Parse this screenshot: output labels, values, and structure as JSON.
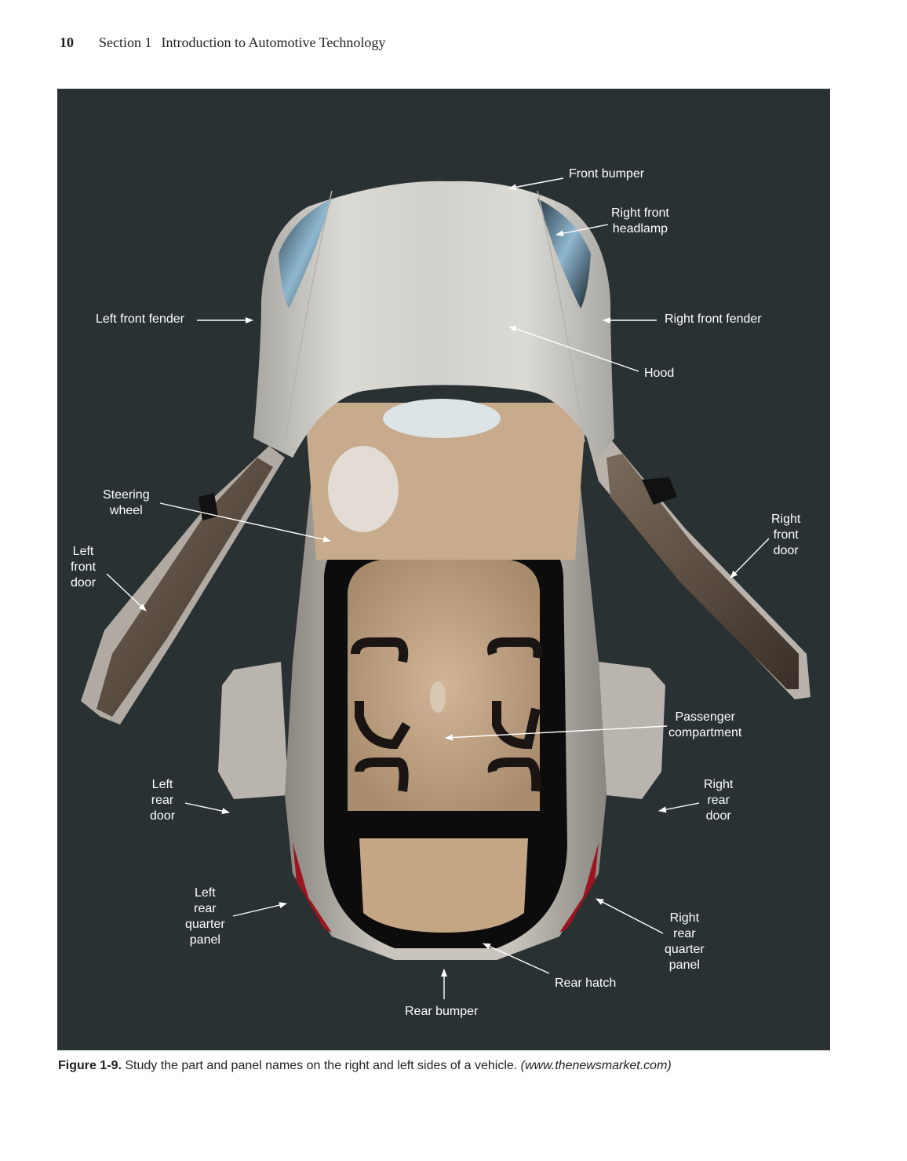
{
  "header": {
    "page_number": "10",
    "section": "Section 1",
    "chapter_title": "Introduction to Automotive Technology"
  },
  "figure": {
    "description": "Top view of a concept vehicle with all doors open, labeled part and panel names",
    "colors": {
      "background": "#2a3133",
      "body_paint": "#d4d2cc",
      "interior": "#c4a584",
      "glass": "#0c0c0c",
      "tail_light": "#9c1420",
      "label": "#ffffff"
    },
    "labels": {
      "front_bumper": "Front bumper",
      "right_front_headlamp": "Right front\nheadlamp",
      "left_front_fender": "Left front fender",
      "right_front_fender": "Right front fender",
      "hood": "Hood",
      "steering_wheel": "Steering\nwheel",
      "left_front_door": "Left\nfront\ndoor",
      "right_front_door": "Right\nfront\ndoor",
      "passenger_compartment": "Passenger\ncompartment",
      "left_rear_door": "Left\nrear\ndoor",
      "right_rear_door": "Right\nrear\ndoor",
      "left_rear_quarter_panel": "Left\nrear\nquarter\npanel",
      "right_rear_quarter_panel": "Right\nrear\nquarter\npanel",
      "rear_hatch": "Rear hatch",
      "rear_bumper": "Rear bumper"
    }
  },
  "caption": {
    "figure_number": "Figure 1-9.",
    "text": " Study the part and panel names on the right and left sides of a vehicle. ",
    "credit": "(www.thenewsmarket.com)"
  }
}
